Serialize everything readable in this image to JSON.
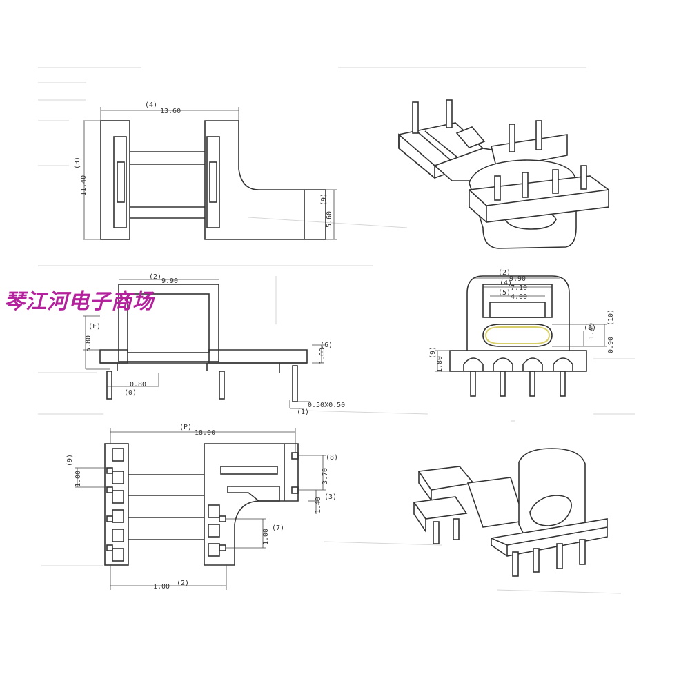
{
  "watermark": {
    "text": "琴江河电子商场",
    "color": "#b3219c"
  },
  "top_view": {
    "width_label": "(4)",
    "width_value": "13.60",
    "height_label": "(3)",
    "height_value": "11.40",
    "tab_label": "(9)",
    "tab_value": "5.60"
  },
  "side_view": {
    "top_label": "(2)",
    "top_value": "9.90",
    "left_label": "(F)",
    "left_value": "5.80",
    "pin_pitch_label": "(0)",
    "pin_pitch_value": "0.80",
    "right_label": "(6)",
    "right_value": "1.00",
    "pin_label": "(1)",
    "pin_value": "0.50X0.50"
  },
  "front_view": {
    "d1_label": "(2)",
    "d1_value": "9.90",
    "d2_label": "(4)",
    "d2_value": "7.10",
    "d3_label": "(5)",
    "d3_value": "4.00",
    "slot_label": "(8)",
    "slot_value": "1.40",
    "left_label": "(9)",
    "left_value": "1.80",
    "right_label": "(10)",
    "right_value": "0.90"
  },
  "bottom_view": {
    "overall_label": "(P)",
    "overall_value": "18.00",
    "pitch_label": "(9)",
    "pitch_value": "1.00",
    "r1_label": "(8)",
    "r1_value": "3.70",
    "r2_label": "(3)",
    "r2_value": "1.40",
    "r3_label": "(7)",
    "r3_value": "1.00",
    "bottom_label": "(2)",
    "bottom_value": "1.00"
  }
}
